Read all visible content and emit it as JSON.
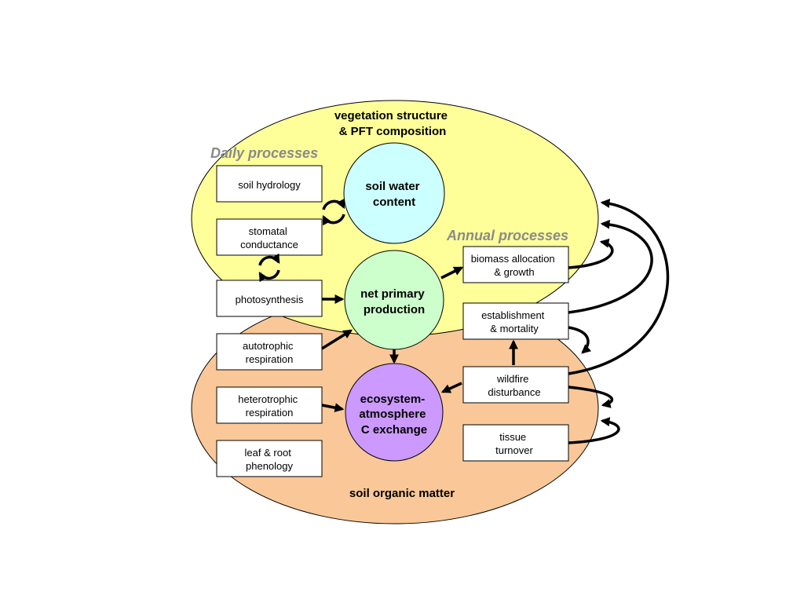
{
  "colors": {
    "vegetation_region": "#ffff99",
    "soil_region": "#fac898",
    "soil_water": "#ccffff",
    "npp": "#ccffcc",
    "exchange": "#cc99ff"
  },
  "regions": {
    "vegetation": [
      "vegetation structure",
      "& PFT composition"
    ],
    "soil": [
      "soil organic matter"
    ]
  },
  "headings": {
    "daily": "Daily processes",
    "annual": "Annual processes"
  },
  "boxes": {
    "soil_hydrology": [
      "soil hydrology"
    ],
    "stomatal_conductance": [
      "stomatal",
      "conductance"
    ],
    "photosynthesis": [
      "photosynthesis"
    ],
    "autotrophic_respiration": [
      "autotrophic",
      "respiration"
    ],
    "heterotrophic_respiration": [
      "heterotrophic",
      "respiration"
    ],
    "phenology": [
      "leaf & root",
      "phenology"
    ],
    "biomass_allocation": [
      "biomass allocation",
      "& growth"
    ],
    "establishment": [
      "establishment",
      "& mortality"
    ],
    "wildfire": [
      "wildfire",
      "disturbance"
    ],
    "tissue_turnover": [
      "tissue",
      "turnover"
    ]
  },
  "circles": {
    "soil_water": [
      "soil water",
      "content"
    ],
    "npp": [
      "net primary",
      "production"
    ],
    "exchange": [
      "ecosystem-",
      "atmosphere",
      "C exchange"
    ]
  }
}
